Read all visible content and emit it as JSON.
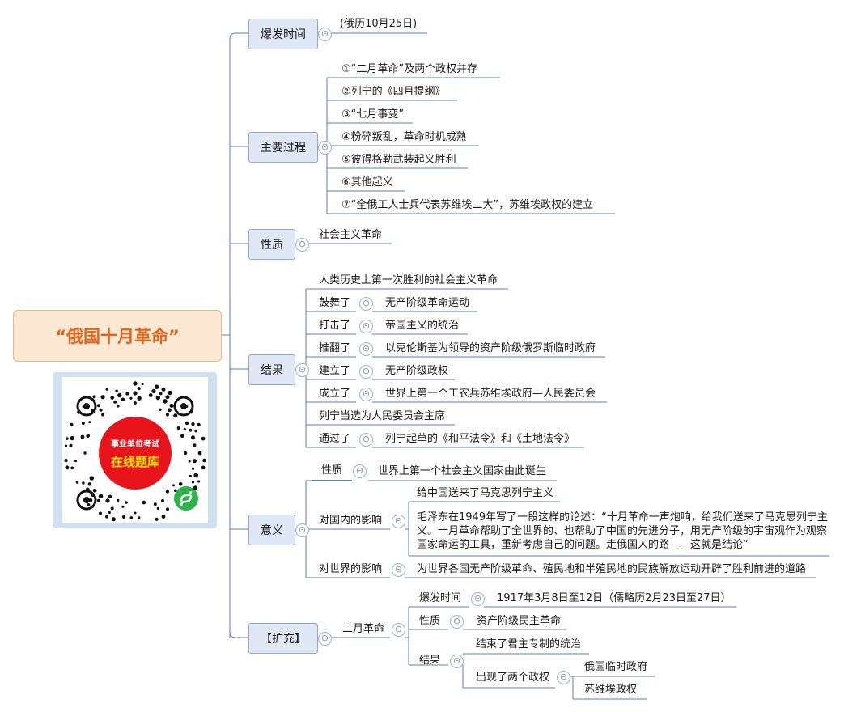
{
  "root": {
    "title": "“俄国十月革命”"
  },
  "qr": {
    "line1": "事业单位考试",
    "line2": "在线题库"
  },
  "collapse_symbol": "⊝",
  "sections": [
    {
      "label": "爆发时间",
      "items": [
        "(俄历10月25日)"
      ]
    },
    {
      "label": "主要过程",
      "items": [
        "①“二月革命”及两个政权并存",
        "②列宁的《四月提纲》",
        "③“七月事变”",
        "④粉碎叛乱，革命时机成熟",
        "⑤彼得格勒武装起义胜利",
        "⑥其他起义",
        "⑦“全俄工人士兵代表苏维埃二大”，苏维埃政权的建立"
      ]
    },
    {
      "label": "性质",
      "items": [
        "社会主义革命"
      ]
    },
    {
      "label": "结果",
      "items": [
        {
          "text": "人类历史上第一次胜利的社会主义革命"
        },
        {
          "text": "鼓舞了",
          "child": "无产阶级革命运动"
        },
        {
          "text": "打击了",
          "child": "帝国主义的统治"
        },
        {
          "text": "推翻了",
          "child": "以克伦斯基为领导的资产阶级俄罗斯临时政府"
        },
        {
          "text": "建立了",
          "child": "无产阶级政权"
        },
        {
          "text": "成立了",
          "child": "世界上第一个工农兵苏维埃政府—人民委员会"
        },
        {
          "text": "列宁当选为人民委员会主席"
        },
        {
          "text": "通过了",
          "child": "列宁起草的《和平法令》和《土地法令》"
        }
      ]
    },
    {
      "label": "意义",
      "items": [
        {
          "text": "性质",
          "child": "世界上第一个社会主义国家由此诞生"
        },
        {
          "text": "对国内的影响",
          "children": [
            "给中国送来了马克思列宁主义",
            "毛泽东在1949年写了一段这样的论述：“十月革命一声炮响，给我们送来了马克思列宁主义。十月革命帮助了全世界的、也帮助了中国的先进分子，用无产阶级的宇宙观作为观察国家命运的工具，重新考虑自己的问题。走俄国人的路——这就是结论”"
          ]
        },
        {
          "text": "对世界的影响",
          "child": "为世界各国无产阶级革命、殖民地和半殖民地的民族解放运动开辟了胜利前进的道路"
        }
      ]
    },
    {
      "label": "【扩充】",
      "items": [
        {
          "text": "二月革命",
          "children": [
            {
              "text": "爆发时间",
              "child": "1917年3月8日至12日（儒略历2月23日至27日）"
            },
            {
              "text": "性质",
              "child": "资产阶级民主革命"
            },
            {
              "text": "结果",
              "children": [
                {
                  "text": "结束了君主专制的统治"
                },
                {
                  "text": "出现了两个政权",
                  "children": [
                    "俄国临时政府",
                    "苏维埃政权"
                  ]
                }
              ]
            }
          ]
        }
      ]
    }
  ],
  "colors": {
    "line": "#5b7fb5",
    "box_fill": "#dfe8f4",
    "root_fill": "#fde8d4",
    "root_text": "#e0641a",
    "qr_red": "#e8141c"
  }
}
